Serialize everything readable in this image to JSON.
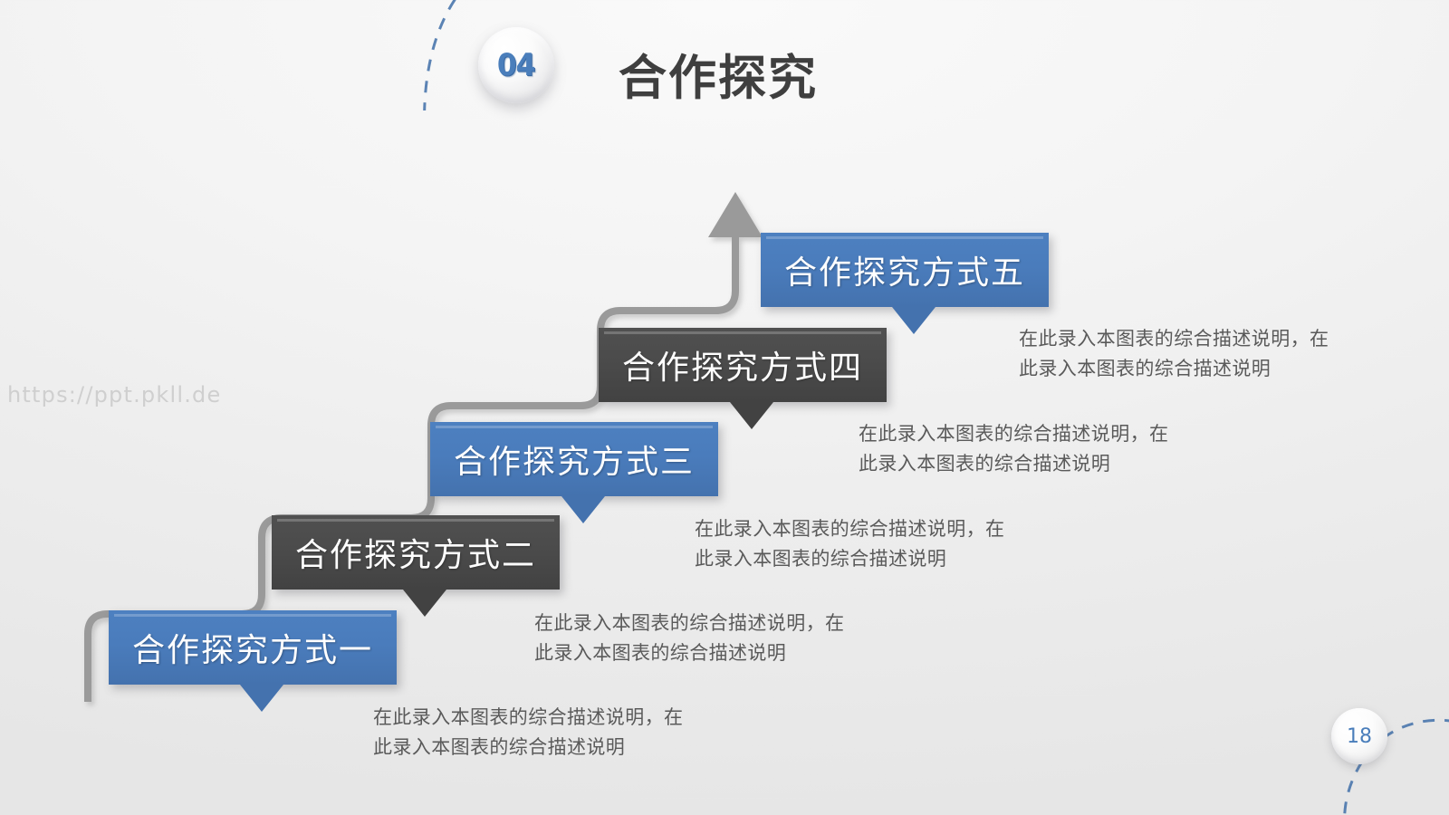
{
  "header": {
    "step_number": "04",
    "title": "合作探究"
  },
  "watermark": "https://ppt.pkll.de",
  "footer": {
    "page_number": "18"
  },
  "colors": {
    "blue": "#4a7cbc",
    "dark": "#4b4b4b",
    "stair_line": "#9a9a9a",
    "accent_text": "#4a7ebb",
    "desc_text": "#5a5a5a",
    "title_text": "#3f3f3f",
    "background": "#efefef"
  },
  "description_text": "在此录入本图表的综合描述说明，在\n此录入本图表的综合描述说明",
  "steps": [
    {
      "label": "合作探究方式一",
      "style": "blue",
      "description": "在此录入本图表的综合描述说明，在\n此录入本图表的综合描述说明"
    },
    {
      "label": "合作探究方式二",
      "style": "dark",
      "description": "在此录入本图表的综合描述说明，在\n此录入本图表的综合描述说明"
    },
    {
      "label": "合作探究方式三",
      "style": "blue",
      "description": "在此录入本图表的综合描述说明，在\n此录入本图表的综合描述说明"
    },
    {
      "label": "合作探究方式四",
      "style": "dark",
      "description": "在此录入本图表的综合描述说明，在\n此录入本图表的综合描述说明"
    },
    {
      "label": "合作探究方式五",
      "style": "blue",
      "description": "在此录入本图表的综合描述说明，在\n此录入本图表的综合描述说明"
    }
  ]
}
